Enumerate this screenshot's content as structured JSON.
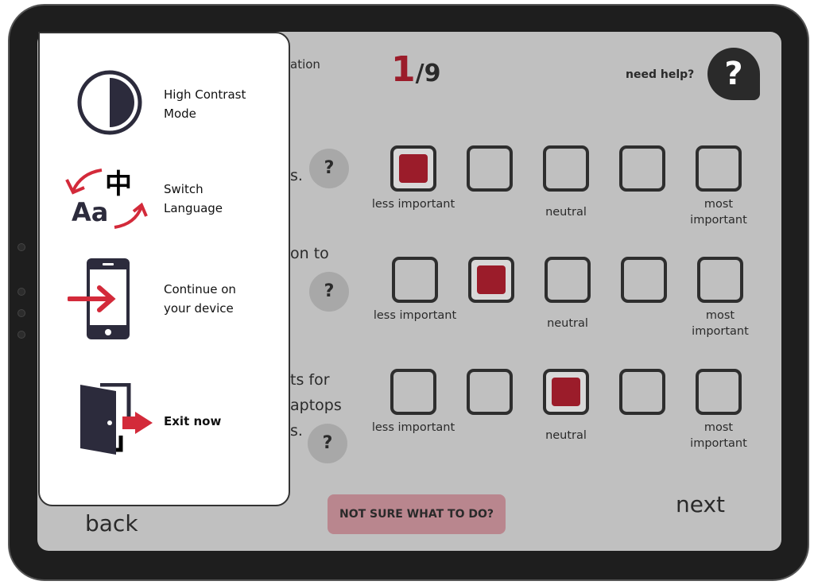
{
  "background_fragments": {
    "title": "ation",
    "q1": "s.",
    "q2": "on to",
    "q3a": "ts for",
    "q3b": "aptops",
    "q3c": "s.",
    "back": "back"
  },
  "progress": {
    "current": "1",
    "total": "/9"
  },
  "help": {
    "label": "need help?",
    "icon": "?"
  },
  "questions": [
    {
      "help": "?",
      "selected": 0,
      "labels": {
        "less": "less important",
        "neutral": "neutral",
        "most": "most important"
      }
    },
    {
      "help": "?",
      "selected": 1,
      "labels": {
        "less": "less important",
        "neutral": "neutral",
        "most": "most important"
      }
    },
    {
      "help": "?",
      "selected": 2,
      "labels": {
        "less": "less important",
        "neutral": "neutral",
        "most": "most important"
      }
    }
  ],
  "footer": {
    "not_sure": "NOT SURE WHAT TO DO?",
    "next": "next"
  },
  "menu": {
    "items": [
      {
        "label1": "High Contrast",
        "label2": "Mode",
        "icon": "contrast-icon"
      },
      {
        "label1": "Switch",
        "label2": "Language",
        "icon": "language-icon",
        "glyph_zh": "中",
        "glyph_aa": "Aa"
      },
      {
        "label1": "Continue on",
        "label2": "your device",
        "icon": "phone-transfer-icon"
      },
      {
        "label1": "Exit now",
        "icon": "exit-door-icon"
      }
    ]
  },
  "colors": {
    "accent": "#9b1c2a",
    "screen": "#c0c0c0",
    "dark": "#2c2b3c",
    "red": "#d32a3a"
  }
}
